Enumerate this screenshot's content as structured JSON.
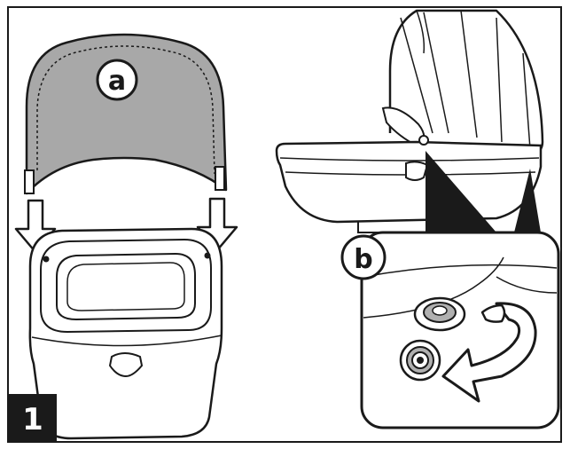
{
  "figure": {
    "step_number": "1",
    "callout_a": "a",
    "callout_b": "b"
  },
  "icons": [
    "down-arrow-icon",
    "rotate-arrow-icon"
  ],
  "colors": {
    "line": "#1a1a1a",
    "canopy_fill": "#a8a8a8",
    "badge_fill": "#1a1a1a",
    "badge_text": "#ffffff",
    "stud_fill": "#b0b0b0"
  }
}
